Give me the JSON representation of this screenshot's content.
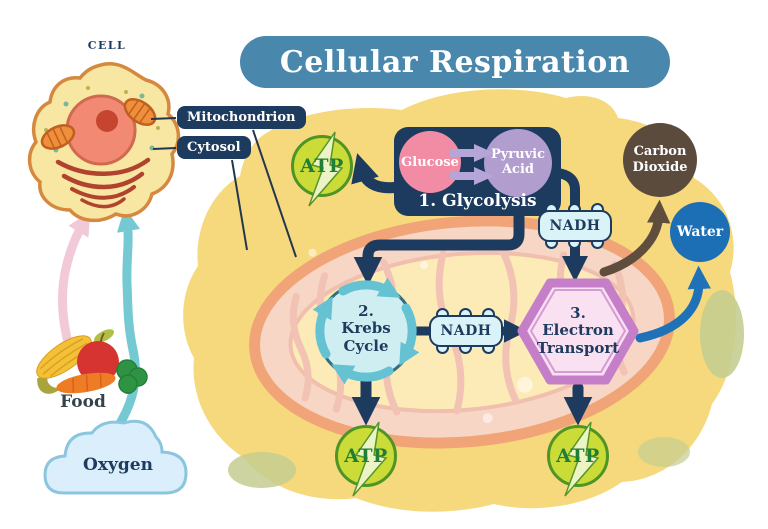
{
  "title": "Cellular Respiration",
  "cell": {
    "label": "CELL"
  },
  "callouts": {
    "mitochondrion": "Mitochondrion",
    "cytosol": "Cytosol"
  },
  "glycolysis": {
    "step": "1. Glycolysis",
    "glucose": "Glucose",
    "pyruvic_acid": "Pyruvic\nAcid"
  },
  "krebs": {
    "step": "2.\nKrebs\nCycle"
  },
  "electron_transport": {
    "step": "3.\nElectron\nTransport"
  },
  "molecules": {
    "atp": "ATP",
    "nadh": "NADH",
    "carbon_dioxide": "Carbon\nDioxide",
    "water": "Water",
    "oxygen": "Oxygen",
    "food": "Food"
  },
  "colors": {
    "navy": "#1d3b5e",
    "title_bg": "#4a87ad",
    "atp_green": "#cbdb37",
    "atp_text": "#1f7e37",
    "glucose_pink": "#f18ca4",
    "pyruvic_purple": "#b29dcf",
    "nadh_cyan": "#daf3f8",
    "krebs_blue": "#cfeef1",
    "hexagon_purple": "#c47fc8",
    "carbon_brown": "#5b4b3d",
    "water_blue": "#1c6fb5",
    "oxygen_cloud": "#daeffb",
    "cytosol_yellow": "#f6d97c",
    "mito_membrane_orange": "#f0a478",
    "food_arrow_pink": "#f2c9d8",
    "oxygen_arrow_teal": "#74c9d2"
  }
}
